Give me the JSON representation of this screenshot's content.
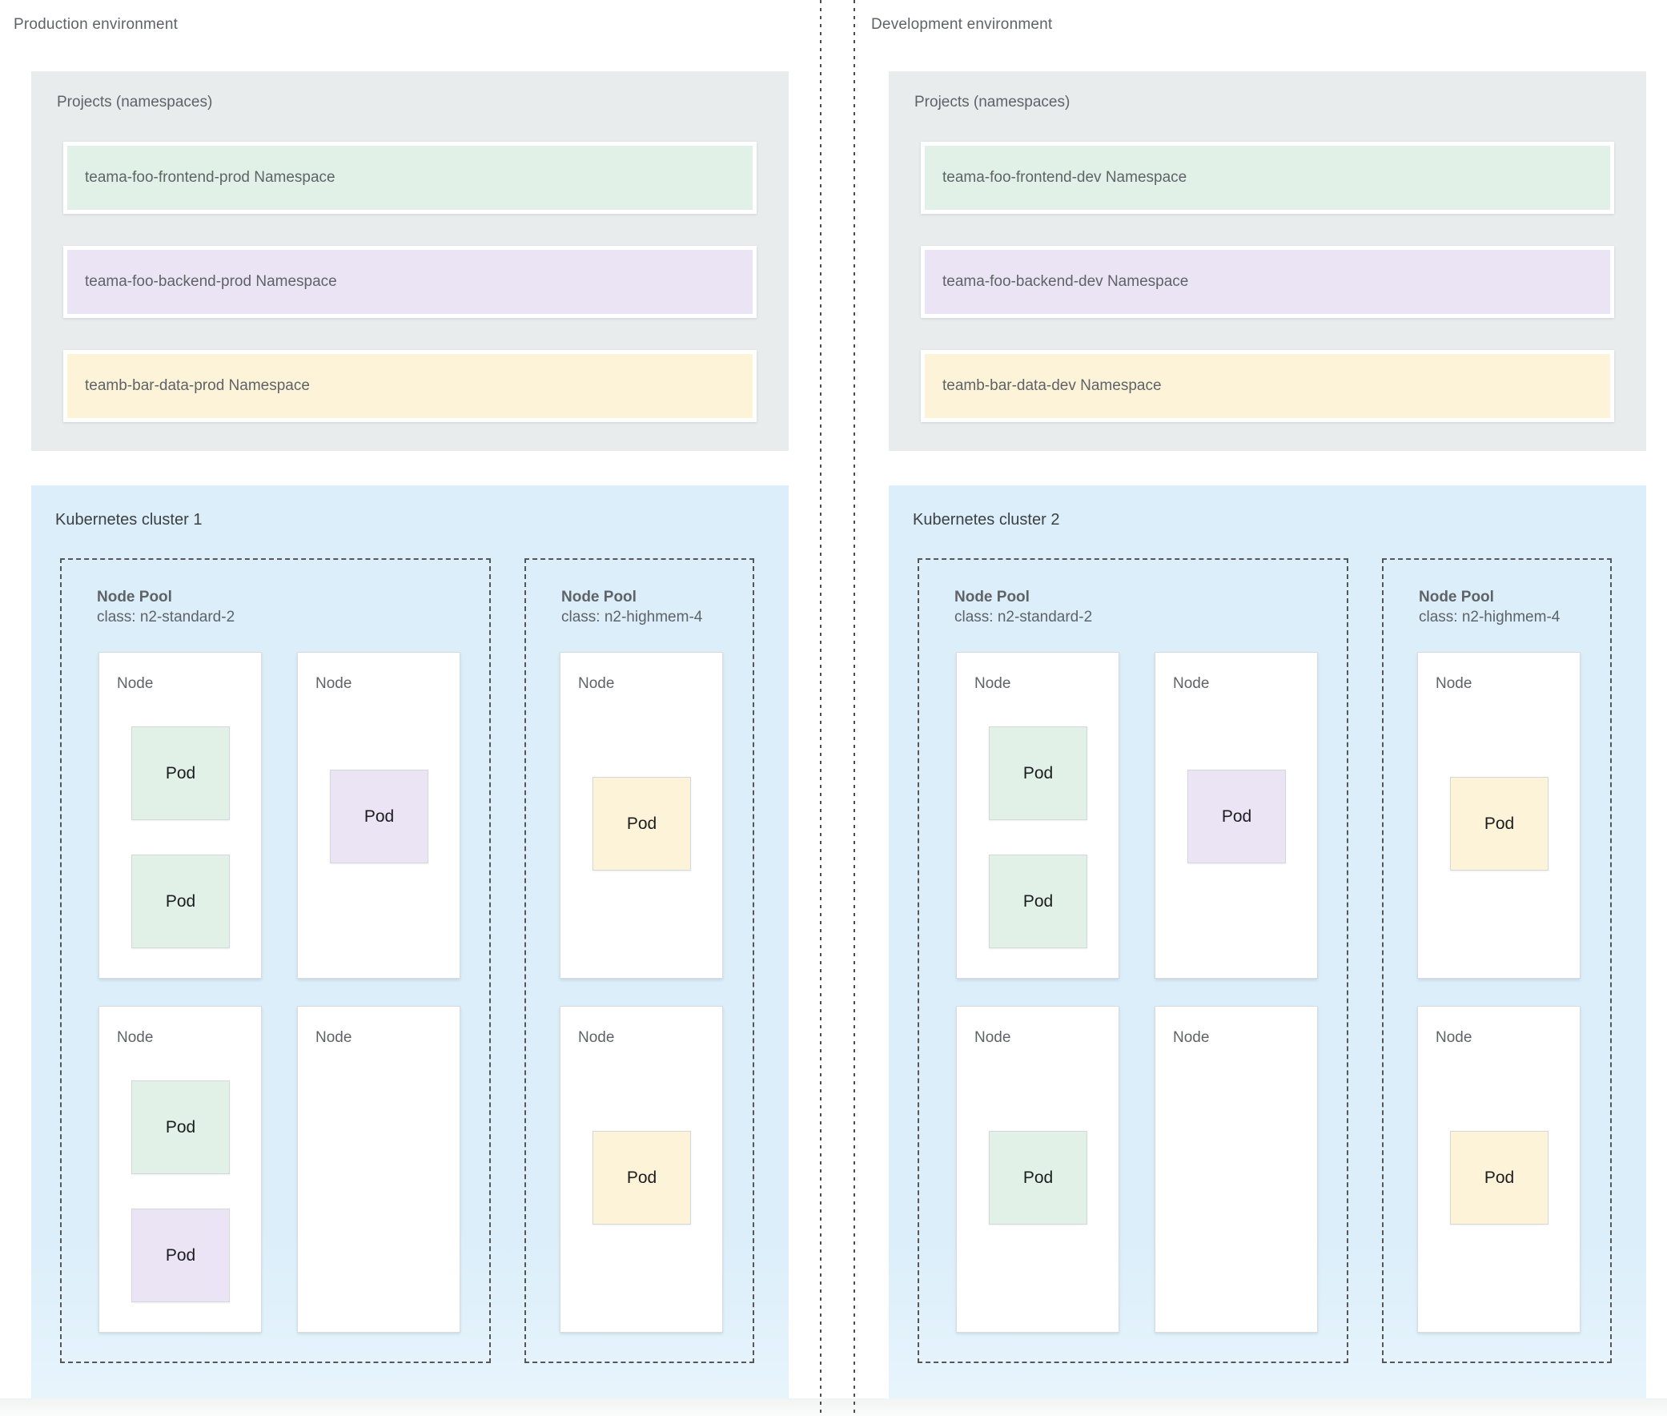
{
  "colors": {
    "frontend_green": "#e1f1e8",
    "backend_purple": "#ebe4f4",
    "data_yellow": "#fcf3d8",
    "cluster_blue": "#dbeefa",
    "projects_gray": "#e8eced"
  },
  "environments": [
    {
      "label": "Production environment",
      "projects": {
        "title": "Projects (namespaces)",
        "namespaces": [
          {
            "label": "teama-foo-frontend-prod Namespace",
            "color": "#e1f1e8"
          },
          {
            "label": "teama-foo-backend-prod Namespace",
            "color": "#ebe4f4"
          },
          {
            "label": "teamb-bar-data-prod Namespace",
            "color": "#fcf3d8"
          }
        ]
      },
      "cluster": {
        "title": "Kubernetes cluster 1",
        "node_pools": [
          {
            "title": "Node Pool",
            "class_label": "class: n2-standard-2",
            "nodes": [
              {
                "label": "Node",
                "pods": [
                  {
                    "label": "Pod",
                    "color": "#e1f1e8",
                    "pos": "top"
                  },
                  {
                    "label": "Pod",
                    "color": "#e1f1e8",
                    "pos": "bottom"
                  }
                ]
              },
              {
                "label": "Node",
                "pods": [
                  {
                    "label": "Pod",
                    "color": "#ebe4f4",
                    "pos": "center"
                  }
                ]
              },
              {
                "label": "Node",
                "pods": [
                  {
                    "label": "Pod",
                    "color": "#e1f1e8",
                    "pos": "top"
                  },
                  {
                    "label": "Pod",
                    "color": "#ebe4f4",
                    "pos": "bottom"
                  }
                ]
              },
              {
                "label": "Node",
                "pods": []
              }
            ]
          },
          {
            "title": "Node Pool",
            "class_label": "class: n2-highmem-4",
            "nodes": [
              {
                "label": "Node",
                "pods": [
                  {
                    "label": "Pod",
                    "color": "#fcf3d8",
                    "pos": "mid"
                  }
                ]
              },
              {
                "label": "Node",
                "pods": [
                  {
                    "label": "Pod",
                    "color": "#fcf3d8",
                    "pos": "mid"
                  }
                ]
              }
            ]
          }
        ]
      }
    },
    {
      "label": "Development environment",
      "projects": {
        "title": "Projects (namespaces)",
        "namespaces": [
          {
            "label": "teama-foo-frontend-dev Namespace",
            "color": "#e1f1e8"
          },
          {
            "label": "teama-foo-backend-dev Namespace",
            "color": "#ebe4f4"
          },
          {
            "label": "teamb-bar-data-dev Namespace",
            "color": "#fcf3d8"
          }
        ]
      },
      "cluster": {
        "title": "Kubernetes cluster 2",
        "node_pools": [
          {
            "title": "Node Pool",
            "class_label": "class: n2-standard-2",
            "nodes": [
              {
                "label": "Node",
                "pods": [
                  {
                    "label": "Pod",
                    "color": "#e1f1e8",
                    "pos": "top"
                  },
                  {
                    "label": "Pod",
                    "color": "#e1f1e8",
                    "pos": "bottom"
                  }
                ]
              },
              {
                "label": "Node",
                "pods": [
                  {
                    "label": "Pod",
                    "color": "#ebe4f4",
                    "pos": "center"
                  }
                ]
              },
              {
                "label": "Node",
                "pods": [
                  {
                    "label": "Pod",
                    "color": "#e1f1e8",
                    "pos": "mid"
                  }
                ]
              },
              {
                "label": "Node",
                "pods": []
              }
            ]
          },
          {
            "title": "Node Pool",
            "class_label": "class: n2-highmem-4",
            "nodes": [
              {
                "label": "Node",
                "pods": [
                  {
                    "label": "Pod",
                    "color": "#fcf3d8",
                    "pos": "mid"
                  }
                ]
              },
              {
                "label": "Node",
                "pods": [
                  {
                    "label": "Pod",
                    "color": "#fcf3d8",
                    "pos": "mid"
                  }
                ]
              }
            ]
          }
        ]
      }
    }
  ]
}
